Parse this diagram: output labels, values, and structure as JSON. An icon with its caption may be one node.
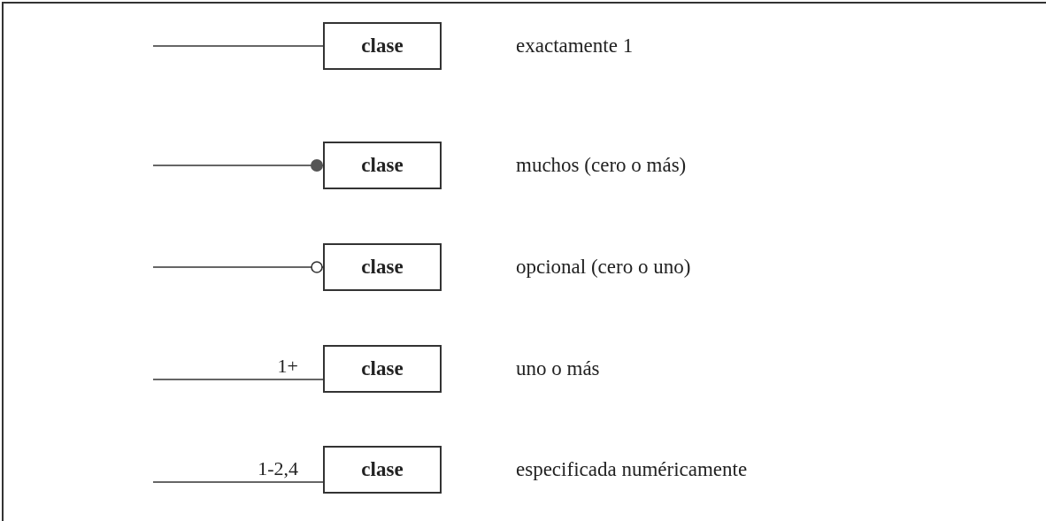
{
  "diagram": {
    "nodes": [
      {
        "text": [
          "clase"
        ],
        "beside": [
          "exactamente 1"
        ]
      },
      {
        "text": [
          "clase"
        ],
        "beside": [
          "muchos (cero o más)"
        ]
      },
      {
        "text": [
          "clase"
        ],
        "beside": [
          "opcional (cero o uno)"
        ]
      },
      {
        "text": [
          "clase"
        ],
        "beside": [
          "uno o más"
        ]
      },
      {
        "text": [
          "clase"
        ],
        "beside": [
          "especificada numéricamente"
        ]
      }
    ],
    "edges": [
      {
        "from": null,
        "to": 0,
        "arrow": "none"
      },
      {
        "from": null,
        "to": 1,
        "arrow": "other"
      },
      {
        "from": null,
        "to": 2,
        "arrow": "other"
      },
      {
        "from": null,
        "to": 3,
        "arrow": "none",
        "label": "1+"
      },
      {
        "from": null,
        "to": 4,
        "arrow": "none",
        "label": "1-2,4"
      }
    ]
  }
}
